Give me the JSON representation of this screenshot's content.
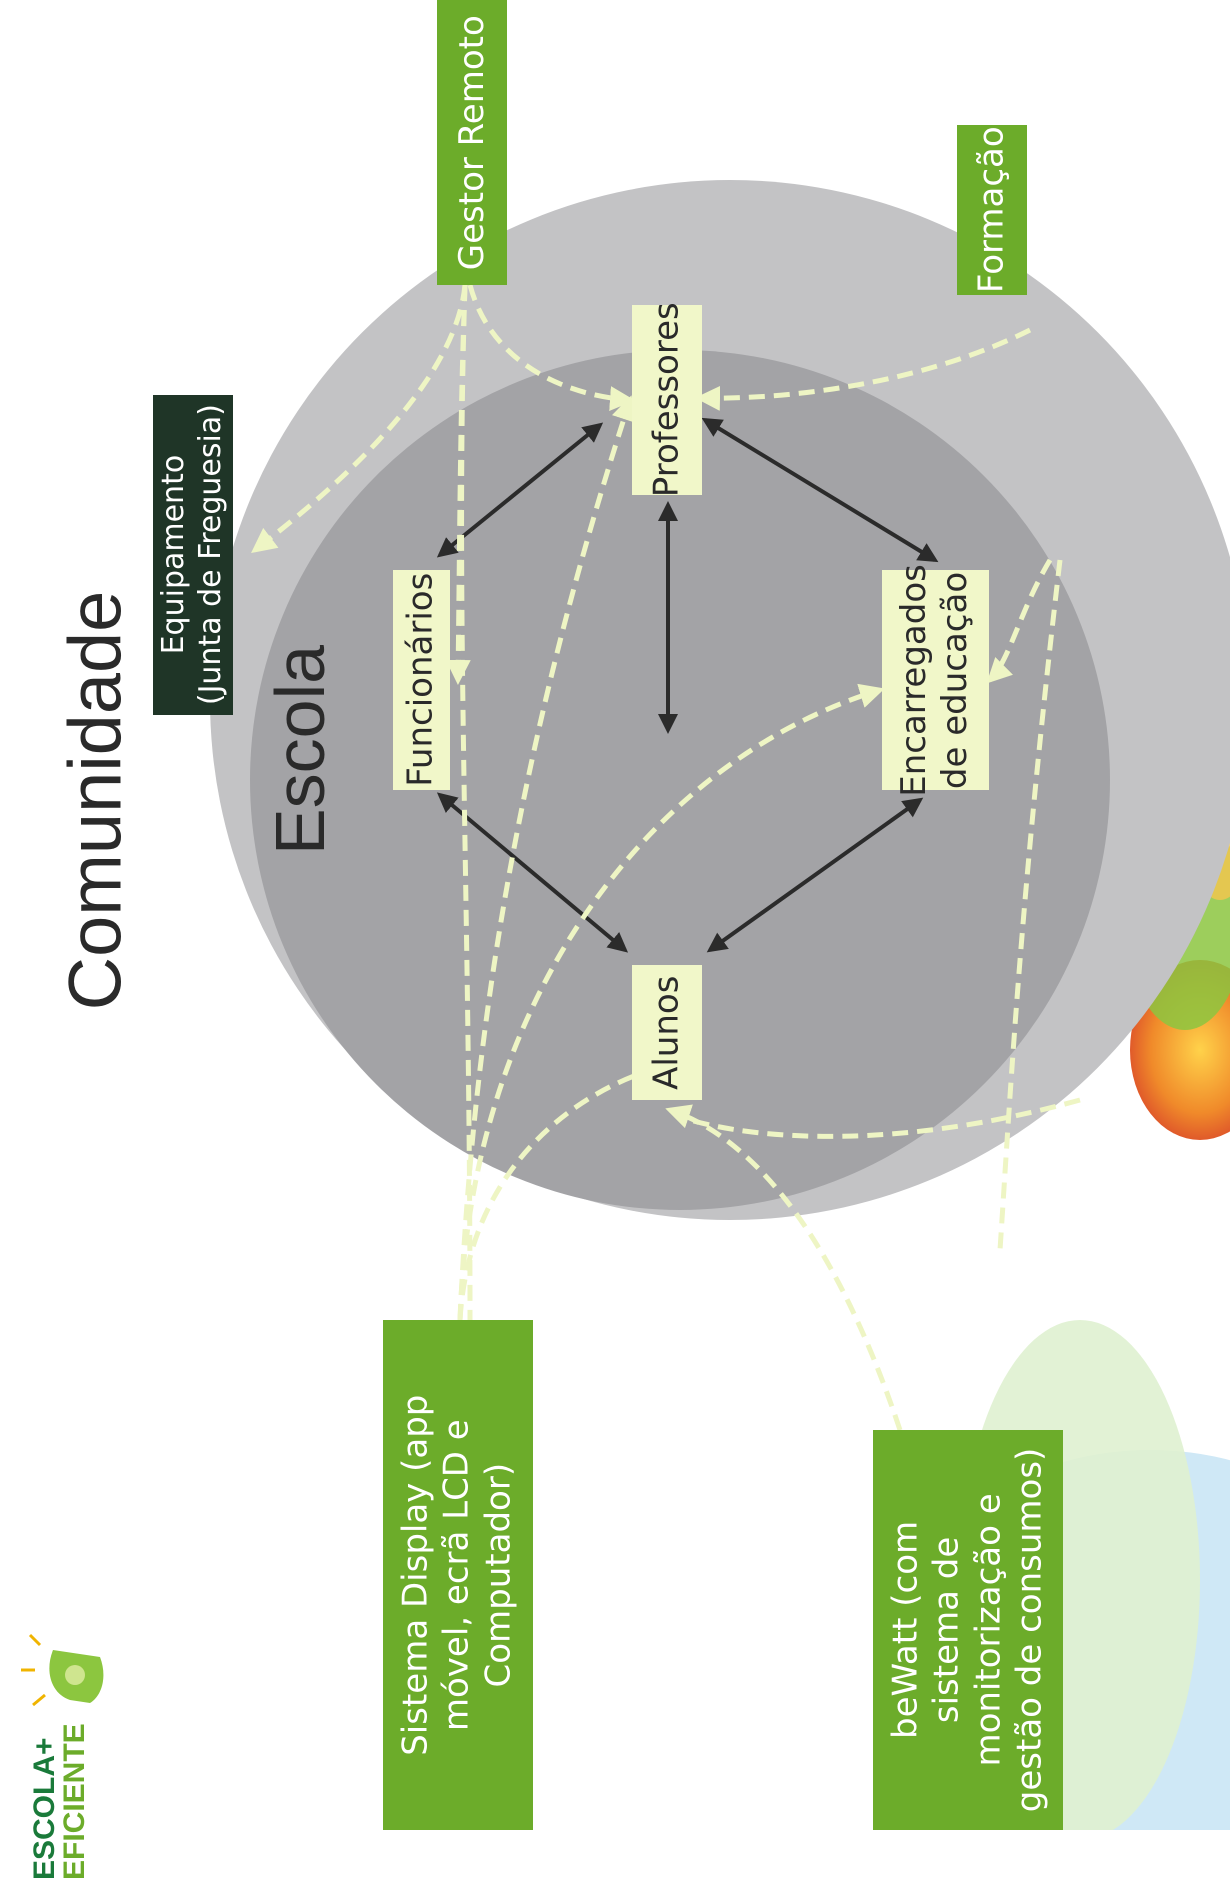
{
  "labels": {
    "comunidade": "Comunidade",
    "escola": "Escola",
    "gestor_remoto": "Gestor Remoto",
    "formacao": "Formação",
    "equipamento_line1": "Equipamento",
    "equipamento_line2": "(Junta de Freguesia)",
    "professores": "Professores",
    "funcionarios": "Funcionários",
    "alunos": "Alunos",
    "encarregados_line1": "Encarregados",
    "encarregados_line2": "de educação",
    "sistema_line1": "Sistema Display (app",
    "sistema_line2": "móvel, ecrã LCD e",
    "sistema_line3": "Computador)",
    "bewatt_line1": "beWatt (com",
    "bewatt_line2": "sistema de",
    "bewatt_line3": "monitorização e",
    "bewatt_line4": "gestão de consumos)"
  },
  "logo": {
    "line1": "ESCOLA+",
    "line2": "EFICIENTE"
  },
  "colors": {
    "outer_circle": "#c3c3c5",
    "inner_circle": "#a3a3a6",
    "green_box": "#6cac2a",
    "dark_box": "#1f3527",
    "pale_box": "#f1f7c9",
    "dashed_connector": "#eef5c4",
    "solid_arrow": "#2b2b2b"
  }
}
